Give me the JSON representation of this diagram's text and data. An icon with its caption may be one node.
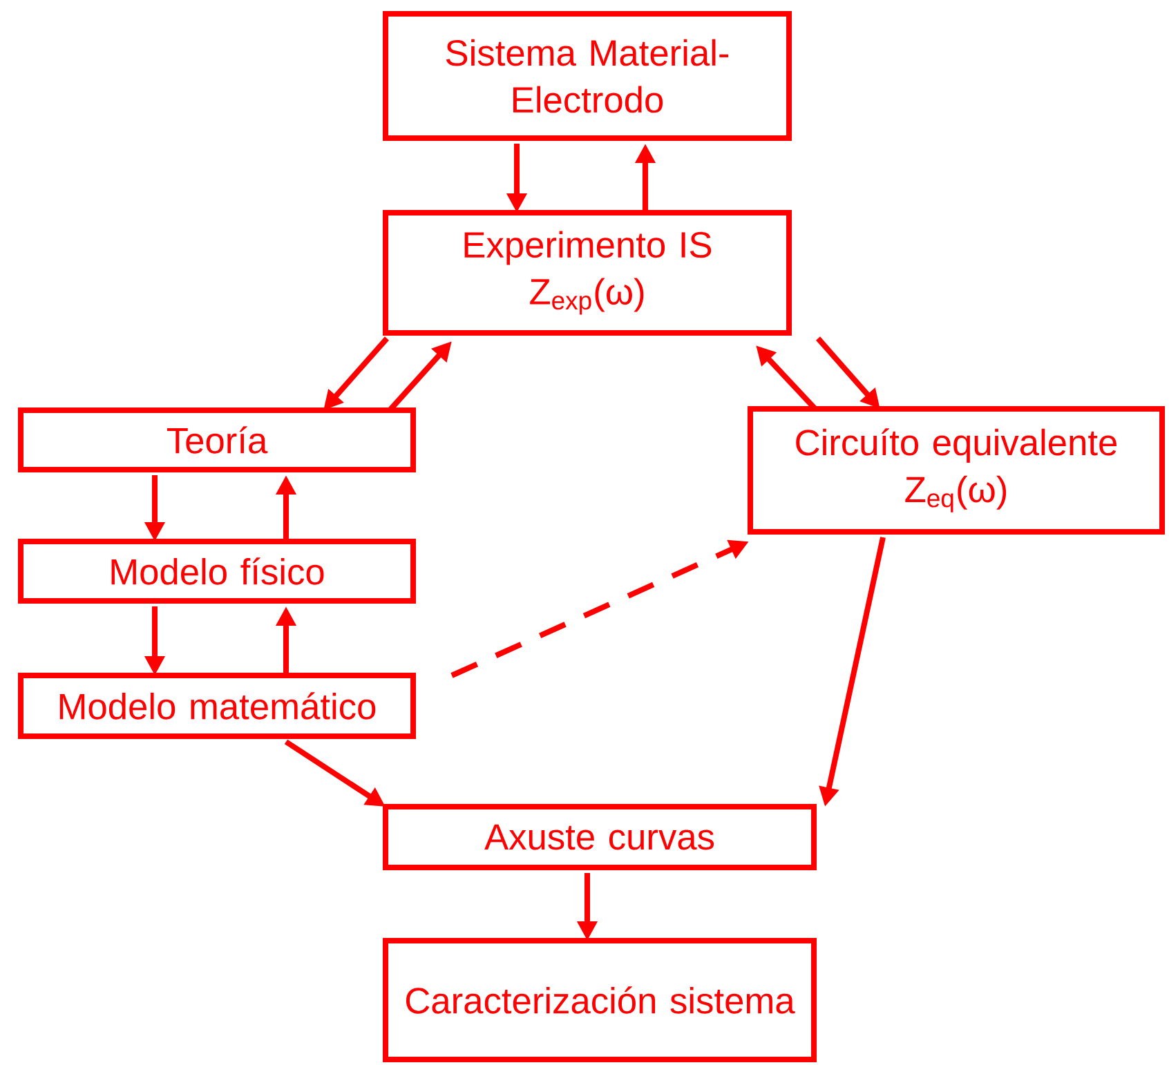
{
  "diagram": {
    "nodes": [
      {
        "text": [
          "Sistema Material-Electrodo"
        ]
      },
      {
        "text": [
          "Experimento IS",
          "Z$_{exp}$(ω)"
        ]
      },
      {
        "text": [
          "Teoría"
        ]
      },
      {
        "text": [
          "Circuíto equivalente",
          "Z$_{eq}$(ω)"
        ]
      },
      {
        "text": [
          "Modelo físico"
        ]
      },
      {
        "text": [
          "Modelo matemático"
        ]
      },
      {
        "text": [
          "Axuste curvas"
        ]
      },
      {
        "text": [
          "Caracterización sistema"
        ]
      }
    ],
    "edges": [
      {
        "from": 0,
        "to": 1,
        "arrow": "to"
      },
      {
        "from": 1,
        "to": 0,
        "arrow": "to"
      },
      {
        "from": 1,
        "to": 2,
        "arrow": "to"
      },
      {
        "from": 2,
        "to": 1,
        "arrow": "to"
      },
      {
        "from": 3,
        "to": 1,
        "arrow": "to"
      },
      {
        "from": 1,
        "to": 3,
        "arrow": "to"
      },
      {
        "from": 2,
        "to": 4,
        "arrow": "to"
      },
      {
        "from": 4,
        "to": 2,
        "arrow": "to"
      },
      {
        "from": 4,
        "to": 5,
        "arrow": "to"
      },
      {
        "from": 5,
        "to": 4,
        "arrow": "to"
      },
      {
        "from": 5,
        "to": 3,
        "arrow": "to",
        "style": "dashed"
      },
      {
        "from": 5,
        "to": 6,
        "arrow": "to"
      },
      {
        "from": 3,
        "to": 6,
        "arrow": "to"
      },
      {
        "from": 6,
        "to": 7,
        "arrow": "to"
      }
    ]
  }
}
